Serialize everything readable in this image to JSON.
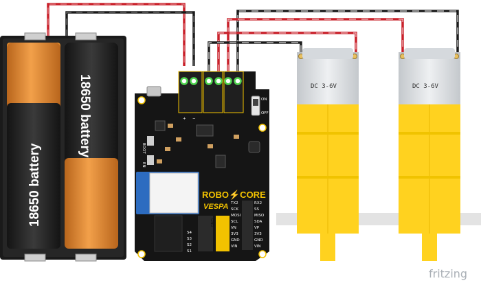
{
  "battery": {
    "cell_label_left": "18650 battery",
    "cell_label_right": "18650 battery"
  },
  "board": {
    "brand": "ROBO⚡CORE",
    "model": "VESPA",
    "switch_on": "ON",
    "switch_off": "OFF",
    "terminal_plus": "+",
    "terminal_minus": "−",
    "boot": "BOOT",
    "en": "EN",
    "pins_left": [
      "TX2",
      "SCK",
      "MOSI",
      "SCL",
      "VN",
      "3V3",
      "GND",
      "VIN"
    ],
    "pins_right": [
      "RX2",
      "SS",
      "MISO",
      "SDA",
      "VP",
      "3V3",
      "GND",
      "VIN"
    ],
    "servo_pins": [
      "S4",
      "S3",
      "S2",
      "S1"
    ],
    "gnd_marker": "GND"
  },
  "motors": {
    "left_label": "DC 3-6V",
    "right_label": "DC 3-6V"
  },
  "footer": {
    "watermark": "fritzing"
  },
  "colors": {
    "battery_holder": "#1a1a1a",
    "battery_cell": "#e08a2c",
    "battery_dark": "#2a2a2a",
    "board": "#151515",
    "board_accent": "#f2c200",
    "esp_module": "#2d6cc0",
    "motor_body": "#ffd21f",
    "motor_gearbox": "#d5d9dd",
    "wire_red": "#c9202a",
    "wire_black": "#1b1b1b",
    "terminal_green": "#4fd34f"
  }
}
